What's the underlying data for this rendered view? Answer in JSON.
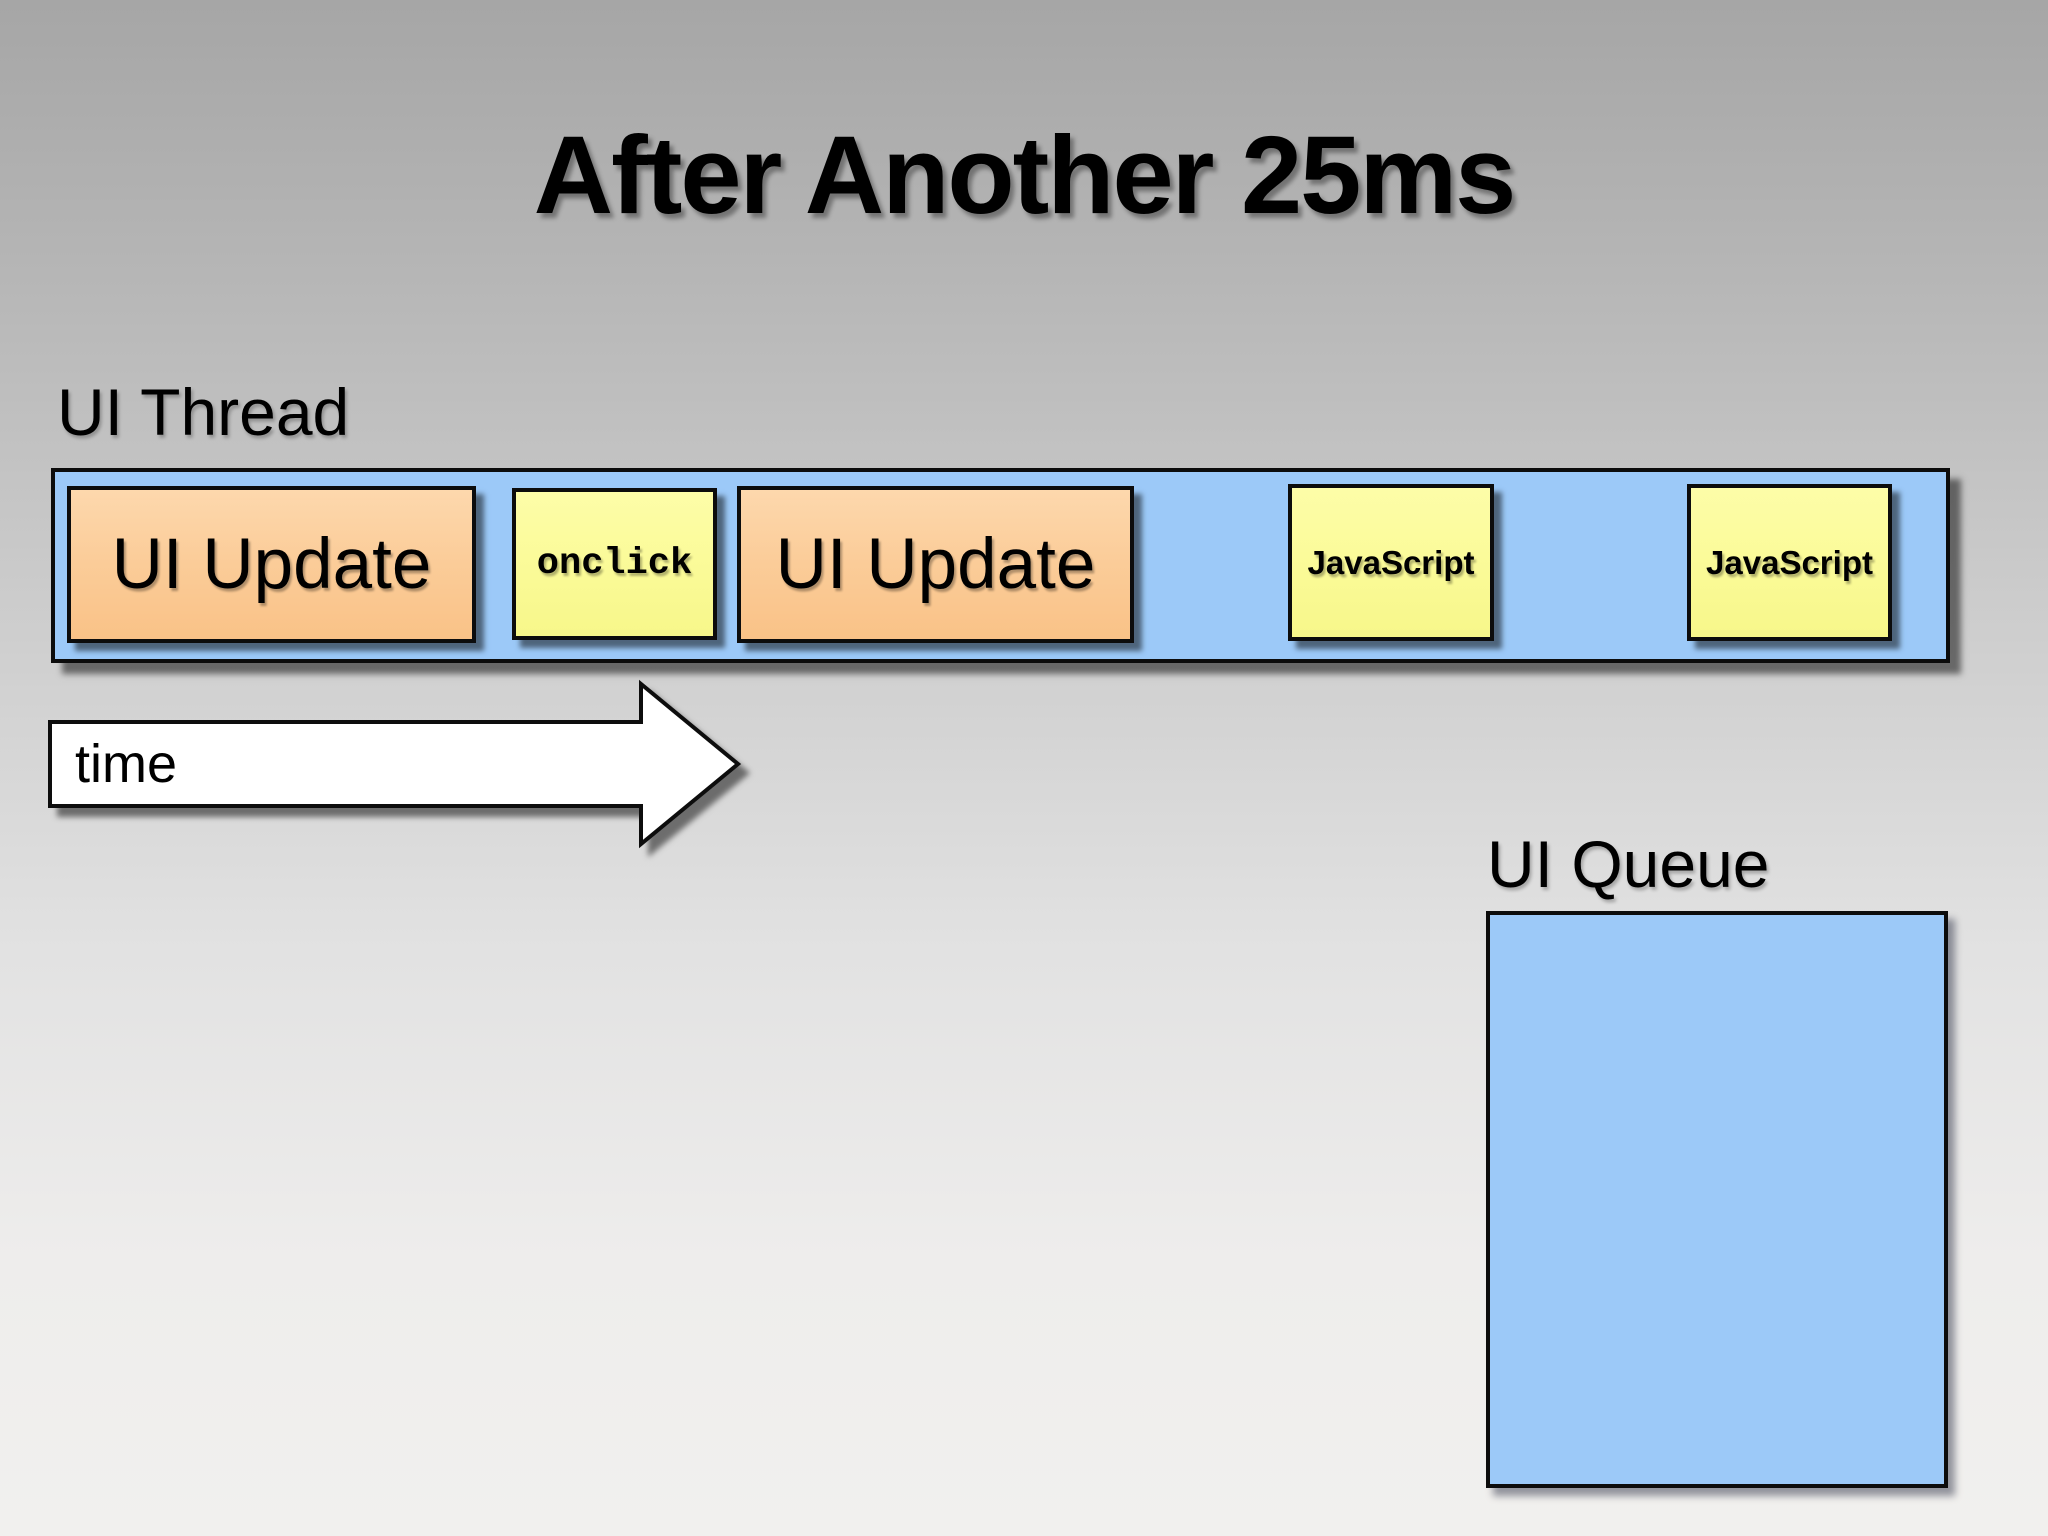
{
  "slide": {
    "title": "After Another 25ms",
    "ui_thread": {
      "label": "UI Thread",
      "blocks": [
        {
          "label": "UI Update",
          "kind": "ui-update",
          "color": "#f9c287"
        },
        {
          "label": "onclick",
          "kind": "event-handler",
          "color": "#f7f78a"
        },
        {
          "label": "UI Update",
          "kind": "ui-update",
          "color": "#f9c287"
        },
        {
          "label": "JavaScript",
          "kind": "js-task",
          "color": "#f7f78a"
        },
        {
          "label": "JavaScript",
          "kind": "js-task",
          "color": "#f7f78a"
        }
      ]
    },
    "time_arrow": {
      "label": "time"
    },
    "ui_queue": {
      "label": "UI Queue",
      "items": []
    },
    "colors": {
      "track_blue": "#9cc9f8",
      "block_orange": "#f9c287",
      "block_yellow": "#f7f78a",
      "arrow_white": "#ffffff",
      "border_black": "#0c0c0c",
      "background_top": "#a6a6a6",
      "background_bottom": "#f1f0ee"
    }
  }
}
